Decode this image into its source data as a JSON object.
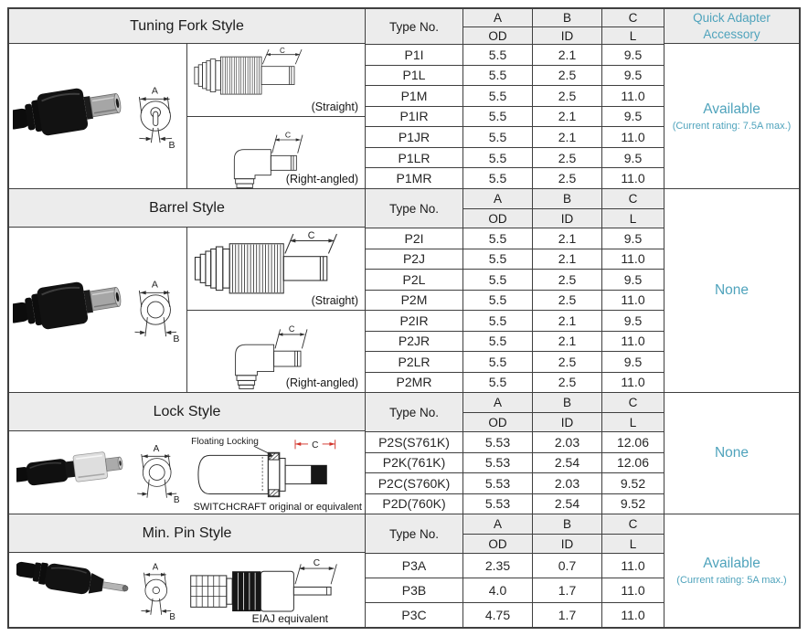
{
  "columns": {
    "type_no": "Type No.",
    "dim_a": "A",
    "dim_b": "B",
    "dim_c": "C",
    "sub_od": "OD",
    "sub_id": "ID",
    "sub_l": "L",
    "quick_adapter": "Quick Adapter Accessory"
  },
  "dims": {
    "a": "A",
    "b": "B",
    "c": "C"
  },
  "sections": [
    {
      "title": "Tuning Fork Style",
      "straight_label": "(Straight)",
      "right_angled_label": "(Right-angled)",
      "rows": [
        [
          "P1I",
          "5.5",
          "2.1",
          "9.5"
        ],
        [
          "P1L",
          "5.5",
          "2.5",
          "9.5"
        ],
        [
          "P1M",
          "5.5",
          "2.5",
          "11.0"
        ],
        [
          "P1IR",
          "5.5",
          "2.1",
          "9.5"
        ],
        [
          "P1JR",
          "5.5",
          "2.1",
          "11.0"
        ],
        [
          "P1LR",
          "5.5",
          "2.5",
          "9.5"
        ],
        [
          "P1MR",
          "5.5",
          "2.5",
          "11.0"
        ]
      ],
      "qa": {
        "status": "Available",
        "note": "(Current rating: 7.5A max.)"
      }
    },
    {
      "title": "Barrel Style",
      "straight_label": "(Straight)",
      "right_angled_label": "(Right-angled)",
      "rows": [
        [
          "P2I",
          "5.5",
          "2.1",
          "9.5"
        ],
        [
          "P2J",
          "5.5",
          "2.1",
          "11.0"
        ],
        [
          "P2L",
          "5.5",
          "2.5",
          "9.5"
        ],
        [
          "P2M",
          "5.5",
          "2.5",
          "11.0"
        ],
        [
          "P2IR",
          "5.5",
          "2.1",
          "9.5"
        ],
        [
          "P2JR",
          "5.5",
          "2.1",
          "11.0"
        ],
        [
          "P2LR",
          "5.5",
          "2.5",
          "9.5"
        ],
        [
          "P2MR",
          "5.5",
          "2.5",
          "11.0"
        ]
      ],
      "qa": {
        "status": "None"
      }
    },
    {
      "title": "Lock Style",
      "floating_label": "Floating Locking",
      "equivalent_note": "SWITCHCRAFT original or equivalent",
      "rows": [
        [
          "P2S(S761K)",
          "5.53",
          "2.03",
          "12.06"
        ],
        [
          "P2K(761K)",
          "5.53",
          "2.54",
          "12.06"
        ],
        [
          "P2C(S760K)",
          "5.53",
          "2.03",
          "9.52"
        ],
        [
          "P2D(760K)",
          "5.53",
          "2.54",
          "9.52"
        ]
      ],
      "qa": {
        "status": "None"
      }
    },
    {
      "title": "Min. Pin Style",
      "equivalent_note": "EIAJ equivalent",
      "rows": [
        [
          "P3A",
          "2.35",
          "0.7",
          "11.0"
        ],
        [
          "P3B",
          "4.0",
          "1.7",
          "11.0"
        ],
        [
          "P3C",
          "4.75",
          "1.7",
          "11.0"
        ]
      ],
      "qa": {
        "status": "Available",
        "note": "(Current rating: 5A max.)"
      }
    }
  ],
  "colors": {
    "accent_teal": "#4FA3BC",
    "header_bg": "#ECECEC",
    "border": "#3F3F3F",
    "dim_red": "#D2342B"
  }
}
